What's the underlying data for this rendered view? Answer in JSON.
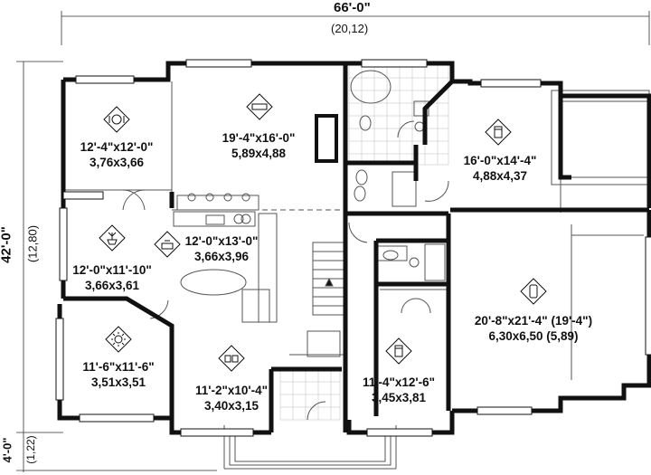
{
  "dimensions": {
    "overall_width_imperial": "66'-0\"",
    "overall_width_metric": "(20,12)",
    "overall_depth_imperial": "42'-0\"",
    "overall_depth_metric": "(12,80)",
    "porch_depth_imperial": "4'-0\"",
    "porch_depth_metric": "(1,22)"
  },
  "rooms": [
    {
      "id": "dining",
      "icon": "dining-icon",
      "size_imperial": "12'-4\"x12'-0\"",
      "size_metric": "3,76x3,66"
    },
    {
      "id": "living",
      "icon": "sofa-icon",
      "size_imperial": "19'-4\"x16'-0\"",
      "size_metric": "5,89x4,88"
    },
    {
      "id": "master-bedroom",
      "icon": "bed-icon",
      "size_imperial": "16'-0\"x14'-4\"",
      "size_metric": "4,88x4,37"
    },
    {
      "id": "family",
      "icon": "plant-icon",
      "size_imperial": "12'-0\"x11'-10\"",
      "size_metric": "3,66x3,61"
    },
    {
      "id": "kitchen",
      "icon": "pot-icon",
      "size_imperial": "12'-0\"x13'-0\"",
      "size_metric": "3,66x3,96"
    },
    {
      "id": "garage",
      "icon": "car-icon",
      "size_imperial": "20'-8\"x21'-4\" (19'-4\")",
      "size_metric": "6,30x6,50 (5,89)"
    },
    {
      "id": "sunroom",
      "icon": "sun-icon",
      "size_imperial": "11'-6\"x11'-6\"",
      "size_metric": "3,51x3,51"
    },
    {
      "id": "office",
      "icon": "book-icon",
      "size_imperial": "11'-2\"x10'-4\"",
      "size_metric": "3,40x3,15"
    },
    {
      "id": "bedroom-2",
      "icon": "bed-2-icon",
      "size_imperial": "11'-4\"x12'-6\"",
      "size_metric": "3,45x3,81"
    }
  ]
}
